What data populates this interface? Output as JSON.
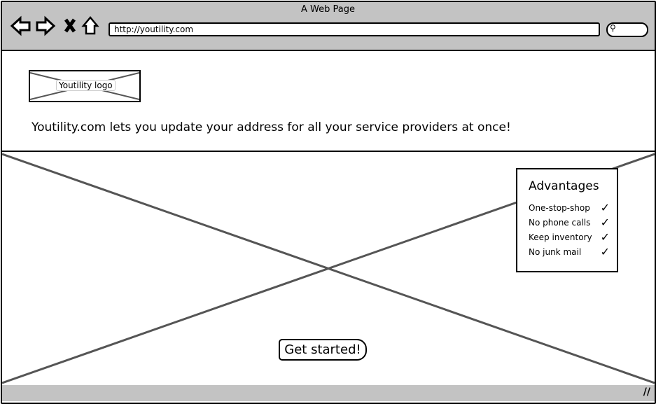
{
  "window": {
    "title": "A Web Page",
    "url": "http://youtility.com"
  },
  "nav": {
    "back": "back-icon",
    "forward": "forward-icon",
    "stop": "close-icon",
    "home": "home-icon",
    "search": "search-icon"
  },
  "header": {
    "logo_label": "Youtility logo",
    "tagline": "Youtility.com lets you update your address for all your service providers at once!"
  },
  "advantages": {
    "title": "Advantages",
    "items": [
      {
        "label": "One-stop-shop",
        "check": "✓"
      },
      {
        "label": "No phone calls",
        "check": "✓"
      },
      {
        "label": "Keep inventory",
        "check": "✓"
      },
      {
        "label": "No junk mail",
        "check": "✓"
      }
    ]
  },
  "cta": {
    "label": "Get started!"
  }
}
